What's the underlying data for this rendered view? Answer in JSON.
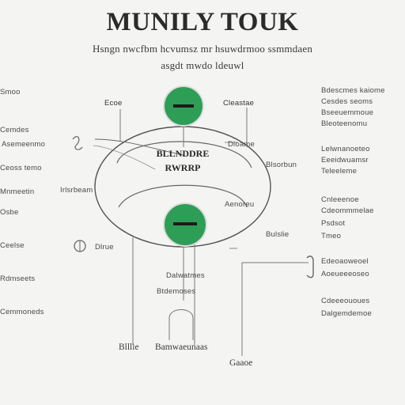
{
  "title": "MUNILY TOUK",
  "subtitle_line1": "Hsngn nwcfbm hcvumsz mr hsuwdrmoo ssmmdaen",
  "subtitle_line2": "asgdt mwdo ldeuwl",
  "center_text": {
    "line1": "BLLNDDRE",
    "line2": "RWRRP"
  },
  "accent_color": "#2e9e57",
  "node_symbols": [
    "minus-icon",
    "minus-icon"
  ],
  "left_labels": [
    "Smoo",
    "Cemdes",
    "Ceoss temo",
    "Mnmeetin",
    "Osbe",
    "Ceelse",
    "Rdmseets",
    "Cemmoneds",
    "Asemeenmo"
  ],
  "diagram_labels": {
    "top_left": "Ecoe",
    "top_right": "Cleastae",
    "small_a": "Irlsrbeam",
    "small_b": "Dioame",
    "small_c": "Blsorbun",
    "small_d": "Aenoreu",
    "mid_left": "Dlrue",
    "mid_right": "Bulslie",
    "lower_a": "Dalwatmes",
    "lower_b": "Btdemoses"
  },
  "right_labels": [
    "Bdescmes kaiome",
    "Cesdes seoms",
    "Bseeuemmoue",
    "Bleoteenomu",
    "Lelwnanoeteo",
    "Eeeidwuamsr",
    "Teleeleme",
    "Cnleeenoe",
    "Cdeommmelae",
    "Psdsot",
    "Tmeo",
    "Edeoaoweoel",
    "Aoeueeeoseo",
    "Cdeeeououes",
    "Dalgemdemoe"
  ],
  "bottom_labels": [
    "Blllie",
    "Bamwaeunaas",
    "Gaaoe"
  ]
}
